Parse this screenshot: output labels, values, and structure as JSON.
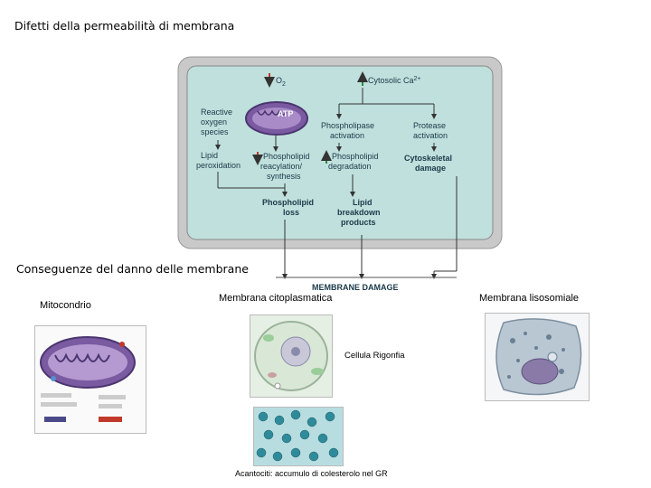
{
  "header": {
    "title": "Difetti della permeabilità di membrana"
  },
  "diagram": {
    "o2": "O",
    "o2_sub": "2",
    "cytosolic_ca": "Cytosolic Ca",
    "ca_sup": "2+",
    "atp": "ATP",
    "ros": [
      "Reactive",
      "oxygen",
      "species"
    ],
    "lipid_perox": [
      "Lipid",
      "peroxidation"
    ],
    "phospholipase": [
      "Phospholipase",
      "activation"
    ],
    "protease": [
      "Protease",
      "activation"
    ],
    "reacylation": [
      "Phospholipid",
      "reacylation/",
      "synthesis"
    ],
    "degradation": [
      "Phospholipid",
      "degradation"
    ],
    "cytoskeletal": [
      "Cytoskeletal",
      "damage"
    ],
    "pl_loss": [
      "Phospholipid",
      "loss"
    ],
    "lipid_breakdown": [
      "Lipid",
      "breakdown",
      "products"
    ],
    "membrane_damage": "MEMBRANE DAMAGE"
  },
  "consequences": {
    "title": "Conseguenze del danno delle membrane",
    "mitocondrio": "Mitocondrio",
    "citoplasmatica": "Membrana citoplasmatica",
    "lisosomiale": "Membrana lisosomiale",
    "rigonfia": "Cellula Rigonfia",
    "acantociti": "Acantociti: accumulo di colesterolo nel GR"
  },
  "colors": {
    "cell_fill": "#bfe0dc",
    "cell_border": "#8a8a8a",
    "mito": "#7a5aa0",
    "arrow_red": "#c0392b",
    "arrow_green": "#2e8b3a"
  }
}
